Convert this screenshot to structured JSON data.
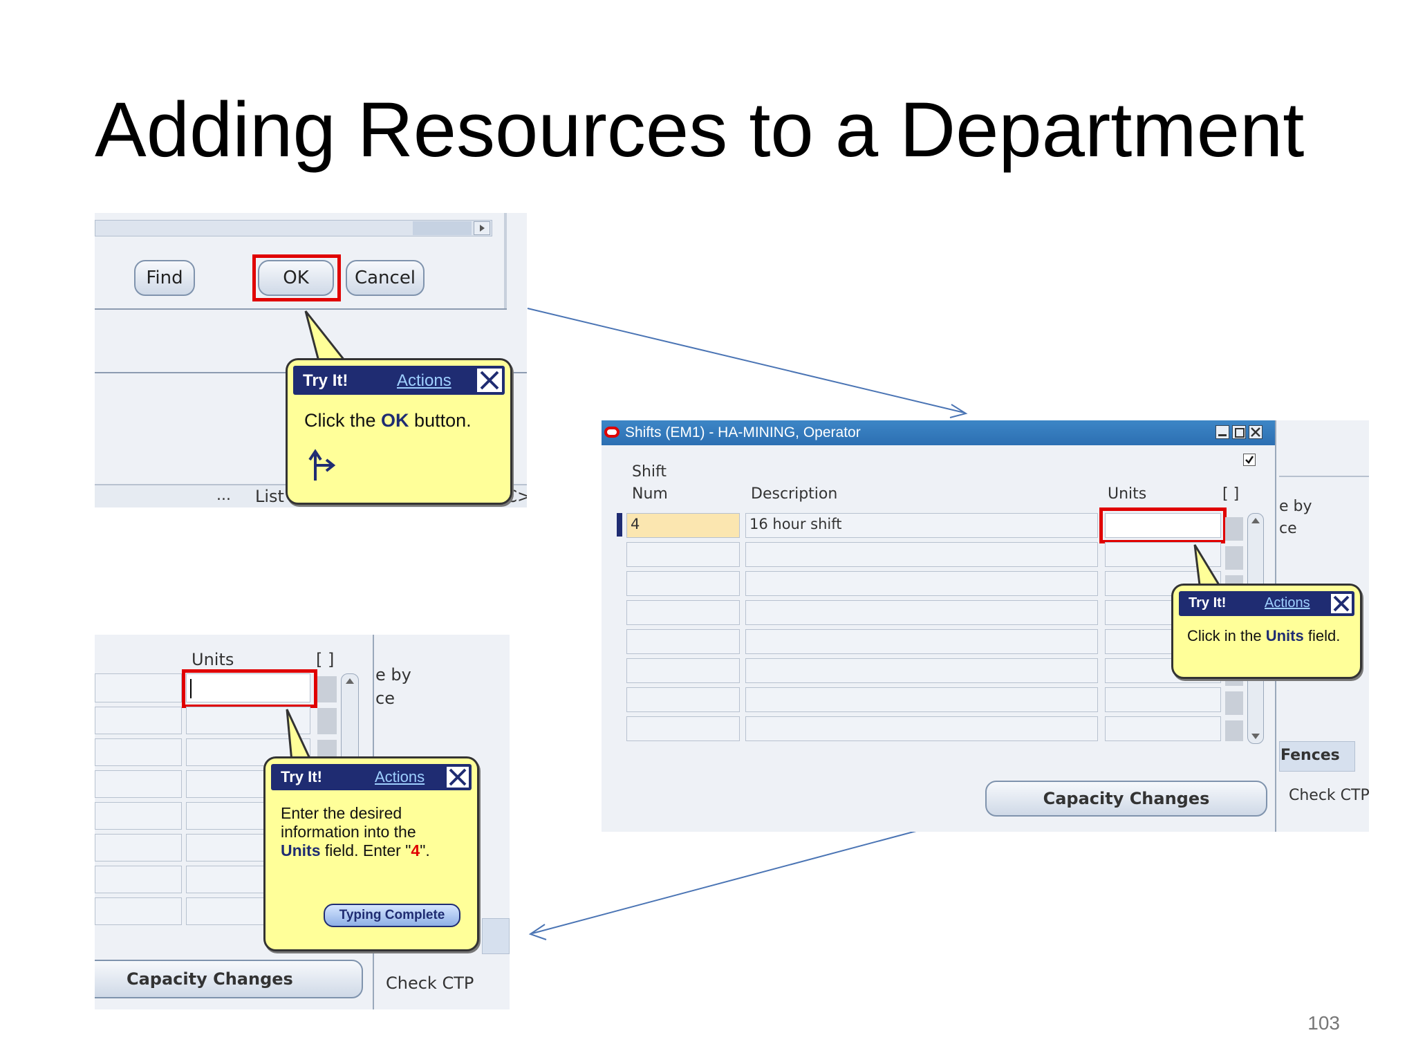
{
  "slide": {
    "title": "Adding Resources to a Department",
    "page_number": "103"
  },
  "panel_top": {
    "find_label": "Find",
    "ok_label": "OK",
    "cancel_label": "Cancel",
    "bottom_fragment_1": "...",
    "bottom_fragment_2": "List of valu...",
    "bottom_fragment_3": "<OSC>",
    "bubble": {
      "tryit": "Try It!",
      "actions": "Actions",
      "text_before": "Click the ",
      "text_em": "OK",
      "text_after": " button."
    }
  },
  "panel_window": {
    "window_title": "Shifts (EM1) - HA-MINING, Operator",
    "col_shift": "Shift",
    "col_num": "Num",
    "col_description": "Description",
    "col_units": "Units",
    "col_bracket": "[ ]",
    "row1_num": "4",
    "row1_description": "16 hour shift",
    "side_text_1": "e by",
    "side_text_2": "ce",
    "side_text_3": "Fences",
    "side_text_4": "Check CTP",
    "capacity_changes": "Capacity Changes",
    "bubble": {
      "tryit": "Try It!",
      "actions": "Actions",
      "text_before": "Click in the ",
      "text_em": "Units",
      "text_after": " field."
    }
  },
  "panel_bottom": {
    "col_units": "Units",
    "col_bracket": "[ ]",
    "side_text_1": "e by",
    "side_text_2": "ce",
    "capacity_changes": "Capacity Changes",
    "check_ctp": "Check CTP",
    "bubble": {
      "tryit": "Try It!",
      "actions": "Actions",
      "line1": "Enter the desired",
      "line2": "information into the",
      "line3_em": "Units",
      "line3_mid": " field. Enter \"",
      "line3_red": "4",
      "line3_end": "\".",
      "typing_complete": "Typing Complete"
    }
  },
  "colors": {
    "highlight": "#e00000",
    "bubble_bg": "#ffff99",
    "bubble_header": "#1f2c72",
    "arrow": "#4a74b4",
    "window_title_bar": "#2c6fb2"
  }
}
